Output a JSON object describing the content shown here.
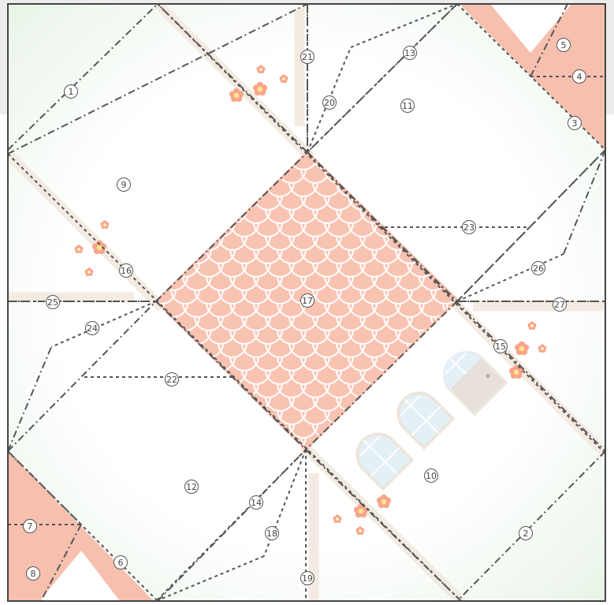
{
  "diagram": {
    "colors": {
      "paper": "#ffffff",
      "paper_tint": "#eaf5ea",
      "border": "#444444",
      "band": "#ececec",
      "salmon": "#f7bfae",
      "scale": "#f9c3b2",
      "path": "#f3ebe1",
      "fold_line": "#555555",
      "window": "#e3f1f7",
      "door": "#e6dfda",
      "flower": "#f7a58a",
      "flower_center": "#ffe38c"
    },
    "labels": [
      "1",
      "2",
      "3",
      "4",
      "5",
      "6",
      "7",
      "8",
      "9",
      "10",
      "11",
      "12",
      "13",
      "14",
      "15",
      "16",
      "17",
      "18",
      "19",
      "20",
      "21",
      "22",
      "23",
      "24",
      "25",
      "26",
      "27"
    ],
    "icons": {
      "flowers": "flower-cluster-icon",
      "windows": "arched-window-icon",
      "door": "arched-door-icon",
      "roof": "scale-roof-pattern"
    }
  }
}
